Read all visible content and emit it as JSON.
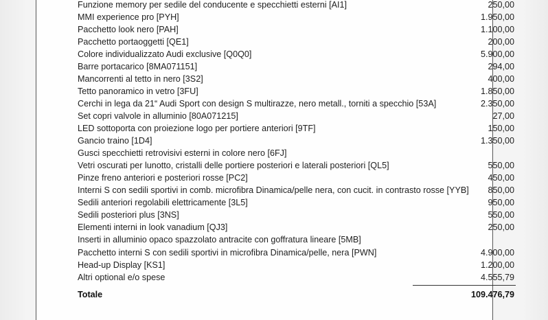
{
  "items": [
    {
      "description": "Funzione memory per sedile del conducente e specchietti esterni [AI1]",
      "amount": "250,00"
    },
    {
      "description": "MMI experience pro [PYH]",
      "amount": "1.950,00"
    },
    {
      "description": "Pacchetto look nero [PAH]",
      "amount": "1.100,00"
    },
    {
      "description": "Pacchetto portaoggetti [QE1]",
      "amount": "200,00"
    },
    {
      "description": "Colore individualizzato Audi exclusive [Q0Q0]",
      "amount": "5.900,00"
    },
    {
      "description": "Barre portacarico [8MA071151]",
      "amount": "294,00"
    },
    {
      "description": "Mancorrenti al tetto in nero [3S2]",
      "amount": "400,00"
    },
    {
      "description": "Tetto panoramico in vetro [3FU]",
      "amount": "1.850,00"
    },
    {
      "description": "Cerchi in lega da 21“ Audi Sport con design S multirazze, nero metall., torniti a specchio [53A]",
      "amount": "2.350,00"
    },
    {
      "description": "Set copri valvole in alluminio [80A071215]",
      "amount": "27,00"
    },
    {
      "description": "LED sottoporta con proiezione logo per portiere anteriori [9TF]",
      "amount": "150,00"
    },
    {
      "description": "Gancio traino [1D4]",
      "amount": "1.350,00"
    },
    {
      "description": "Gusci specchietti retrovisivi esterni in colore nero [6FJ]",
      "amount": ""
    },
    {
      "description": "Vetri oscurati per lunotto, cristalli delle portiere posteriori e laterali posteriori [QL5]",
      "amount": "550,00"
    },
    {
      "description": "Pinze freno anteriori e posteriori rosse [PC2]",
      "amount": "450,00"
    },
    {
      "description": "Interni S con sedili sportivi in comb. microfibra Dinamica/pelle nera, con cucit. in contrasto rosse [YYB]",
      "amount": "850,00"
    },
    {
      "description": "Sedili anteriori regolabili elettricamente [3L5]",
      "amount": "950,00"
    },
    {
      "description": "Sedili posteriori plus [3NS]",
      "amount": "550,00"
    },
    {
      "description": "Elementi interni in look vanadium [QJ3]",
      "amount": "250,00"
    },
    {
      "description": "Inserti in alluminio opaco spazzolato antracite con goffratura lineare [5MB]",
      "amount": ""
    },
    {
      "description": "Pacchetto interni S con sedili sportivi in microfibra Dinamica/pelle, nera [PWN]",
      "amount": "4.900,00"
    },
    {
      "description": "Head-up Display [KS1]",
      "amount": "1.200,00"
    },
    {
      "description": "Altri optional e/o spese",
      "amount": "4.555,79"
    }
  ],
  "total": {
    "label": "Totale",
    "amount": "109.476,79"
  }
}
